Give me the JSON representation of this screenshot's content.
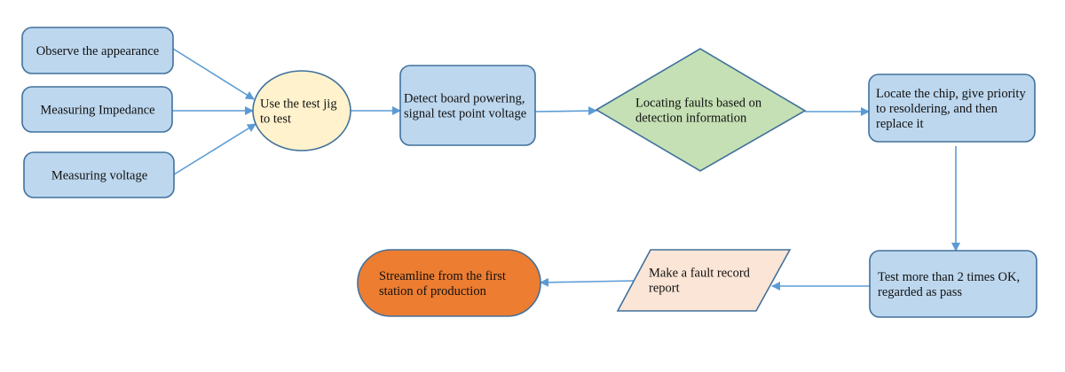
{
  "diagram": {
    "type": "flowchart",
    "colors": {
      "process_fill": "#bdd7ee",
      "process_stroke": "#41719c",
      "start_fill": "#fff2cc",
      "decision_fill": "#c5e0b4",
      "io_fill": "#fbe5d6",
      "terminal_fill": "#ed7d31",
      "edge": "#5b9bd5",
      "text": "#111111"
    },
    "nodes": [
      {
        "id": "observe",
        "shape": "process",
        "lines": [
          "Observe the appearance"
        ]
      },
      {
        "id": "impedance",
        "shape": "process",
        "lines": [
          "Measuring Impedance"
        ]
      },
      {
        "id": "voltage",
        "shape": "process",
        "lines": [
          "Measuring voltage"
        ]
      },
      {
        "id": "jig",
        "shape": "ellipse",
        "lines": [
          "Use the test jig",
          "to test"
        ]
      },
      {
        "id": "detect",
        "shape": "process",
        "lines": [
          "Detect board powering,",
          "signal test point voltage"
        ]
      },
      {
        "id": "locate-faults",
        "shape": "decision",
        "lines": [
          "Locating faults based on",
          "detection information"
        ]
      },
      {
        "id": "locate-chip",
        "shape": "process",
        "lines": [
          "Locate the chip, give priority",
          "to resoldering, and then",
          "replace it"
        ]
      },
      {
        "id": "test-pass",
        "shape": "process",
        "lines": [
          "Test more than 2 times OK,",
          "regarded as pass"
        ]
      },
      {
        "id": "fault-report",
        "shape": "io",
        "lines": [
          "Make a fault record",
          "report"
        ]
      },
      {
        "id": "streamline",
        "shape": "terminal",
        "lines": [
          "Streamline from the first",
          "station of production"
        ]
      }
    ],
    "edges": [
      {
        "from": "observe",
        "to": "jig"
      },
      {
        "from": "impedance",
        "to": "jig"
      },
      {
        "from": "voltage",
        "to": "jig"
      },
      {
        "from": "jig",
        "to": "detect"
      },
      {
        "from": "detect",
        "to": "locate-faults"
      },
      {
        "from": "locate-faults",
        "to": "locate-chip"
      },
      {
        "from": "locate-chip",
        "to": "test-pass"
      },
      {
        "from": "test-pass",
        "to": "fault-report"
      },
      {
        "from": "fault-report",
        "to": "streamline"
      }
    ]
  }
}
